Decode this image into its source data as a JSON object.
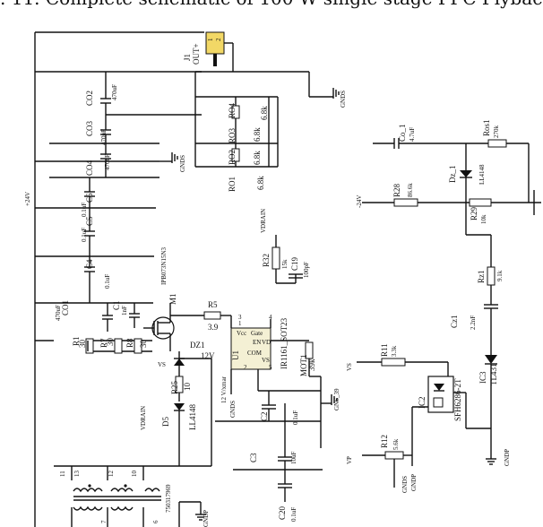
{
  "figure": {
    "caption": ". 11.   Complete schematic of 100 W single stage PFC Flyback"
  },
  "nets": {
    "v_plus_24": "+24V",
    "v_minus_24": "-24V",
    "vdrain": "VDRAIN",
    "vdrain_2": "VDRAIN",
    "gnds": "GNDS",
    "gnds_2": "GNDS",
    "gnds_3": "GNDS",
    "gnds_4": "GNDS",
    "gndp": "GNDP",
    "gndp_2": "GNDP",
    "gndp_3": "GNDP",
    "gnds_39": "GNS_39",
    "vs": "VS",
    "vs_2": "VS",
    "vp": "VP"
  },
  "parts": {
    "j1": {
      "ref": "J1",
      "value": "OUT+",
      "pin1": "1",
      "pin2": "2"
    },
    "co2": {
      "ref": "CO2",
      "value": "470uF"
    },
    "co3": {
      "ref": "CO3",
      "value": "470uF"
    },
    "co4": {
      "ref": "CO4",
      "value": "470uF"
    },
    "c6": {
      "ref": "C6",
      "value": "0.1uF"
    },
    "c5": {
      "ref": "C5",
      "value": "0.1uF"
    },
    "c4": {
      "ref": "C4",
      "value": "0.1uF"
    },
    "co1": {
      "ref": "CO1",
      "value": "470uF"
    },
    "c1": {
      "ref": "C1",
      "value": "1nF"
    },
    "ro4": {
      "ref": "RO4",
      "value": "6.8k"
    },
    "ro3": {
      "ref": "RO3",
      "value": "6.8k"
    },
    "ro2": {
      "ref": "RO2",
      "value": "6.8k"
    },
    "ro1": {
      "ref": "RO1",
      "value": "6.8k"
    },
    "r5": {
      "ref": "R5",
      "value": "3.9"
    },
    "m1": {
      "ref": "M1",
      "value": "IPB073N15N3"
    },
    "r1": {
      "ref": "R1",
      "value": "30"
    },
    "r7": {
      "ref": "R7",
      "value": "30"
    },
    "r8": {
      "ref": "R8",
      "value": "30"
    },
    "dz1": {
      "ref": "DZ1",
      "value": "12V"
    },
    "r25": {
      "ref": "R25",
      "value": "10"
    },
    "d5": {
      "ref": "D5",
      "value": "LL4148"
    },
    "r32": {
      "ref": "R32",
      "value": "15k"
    },
    "c19": {
      "ref": "C19",
      "value": "100pF"
    },
    "u1": {
      "ref": "U1",
      "value": "IR1161_SOT23",
      "pin_vcc": "Vcc",
      "pin_gate": "Gate",
      "pin_com": "COM",
      "pin_en": "EN",
      "pin_vd": "VD",
      "pin_vs": "VS",
      "n1": "1",
      "n2": "2",
      "n3": "3",
      "n4": "4",
      "n5": "5"
    },
    "mot1": {
      "ref": "MOT1",
      "value": "39k"
    },
    "c2": {
      "ref": "C2",
      "value": "0.1uF"
    },
    "c3": {
      "ref": "C3",
      "value": "10uF"
    },
    "c20": {
      "ref": "C20",
      "value": "0.1uF"
    },
    "t1": {
      "value": "750317969",
      "p13": "13",
      "p12": "12",
      "p10": "10",
      "p11": "11",
      "p7": "7",
      "p6": "6"
    },
    "co_1": {
      "ref": "Co_1",
      "value": "4.7uF"
    },
    "ros1": {
      "ref": "Ros1",
      "value": "270k"
    },
    "dz_1": {
      "ref": "Dz_1",
      "value": "LL4148"
    },
    "r28": {
      "ref": "R28",
      "value": "86.6k"
    },
    "r29": {
      "ref": "R29",
      "value": "10k"
    },
    "rz1": {
      "ref": "Rz1",
      "value": "9.1k"
    },
    "cz1": {
      "ref": "Cz1",
      "value": "2.2nF"
    },
    "r11": {
      "ref": "R11",
      "value": "3.3k"
    },
    "ic2": {
      "ref": "IC2",
      "value": "SFH6286-2T"
    },
    "ic3": {
      "ref": "IC3",
      "value": "TL431"
    },
    "r12": {
      "ref": "R12",
      "value": "5.6k"
    },
    "u1_supply": "12 V/xmar"
  }
}
